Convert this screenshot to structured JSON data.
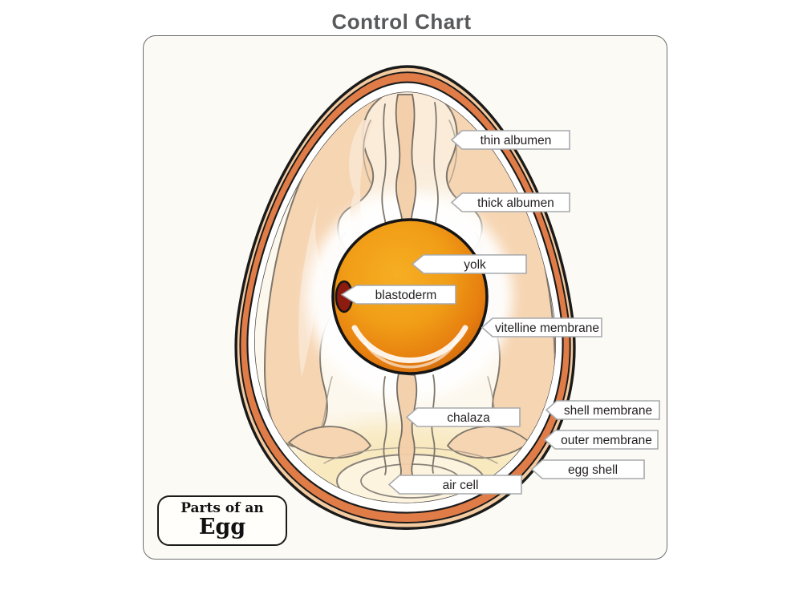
{
  "title": "Control Chart",
  "legend": {
    "line1": "Parts of an",
    "line2": "Egg"
  },
  "diagram": {
    "labels": {
      "thin_albumen": "thin albumen",
      "thick_albumen": "thick albumen",
      "yolk": "yolk",
      "blastoderm": "blastoderm",
      "vitelline_membrane": "vitelline membrane",
      "chalaza": "chalaza",
      "shell_membrane": "shell membrane",
      "outer_membrane": "outer membrane",
      "egg_shell": "egg shell",
      "air_cell": "air cell"
    },
    "colors": {
      "title_text": "#58595B",
      "panel_bg": "#FCFAF4",
      "panel_border": "#6D6E71",
      "shell_outer_band": "#F4CBA1",
      "egg_shell": "#E07C47",
      "membrane_gap": "#FFFFFF",
      "interior": "#FBF2E3",
      "albumen": "#F6D5B2",
      "albumen_highlight": "#FAE6D0",
      "yolk_center": "#F6AE23",
      "yolk_edge": "#C25A0C",
      "blastoderm": "#8E1B10",
      "air_cell_fill": "#FCF4DE",
      "label_bg": "#FFFFFF",
      "label_border": "#A7A9AC",
      "label_text": "#231F20"
    }
  }
}
